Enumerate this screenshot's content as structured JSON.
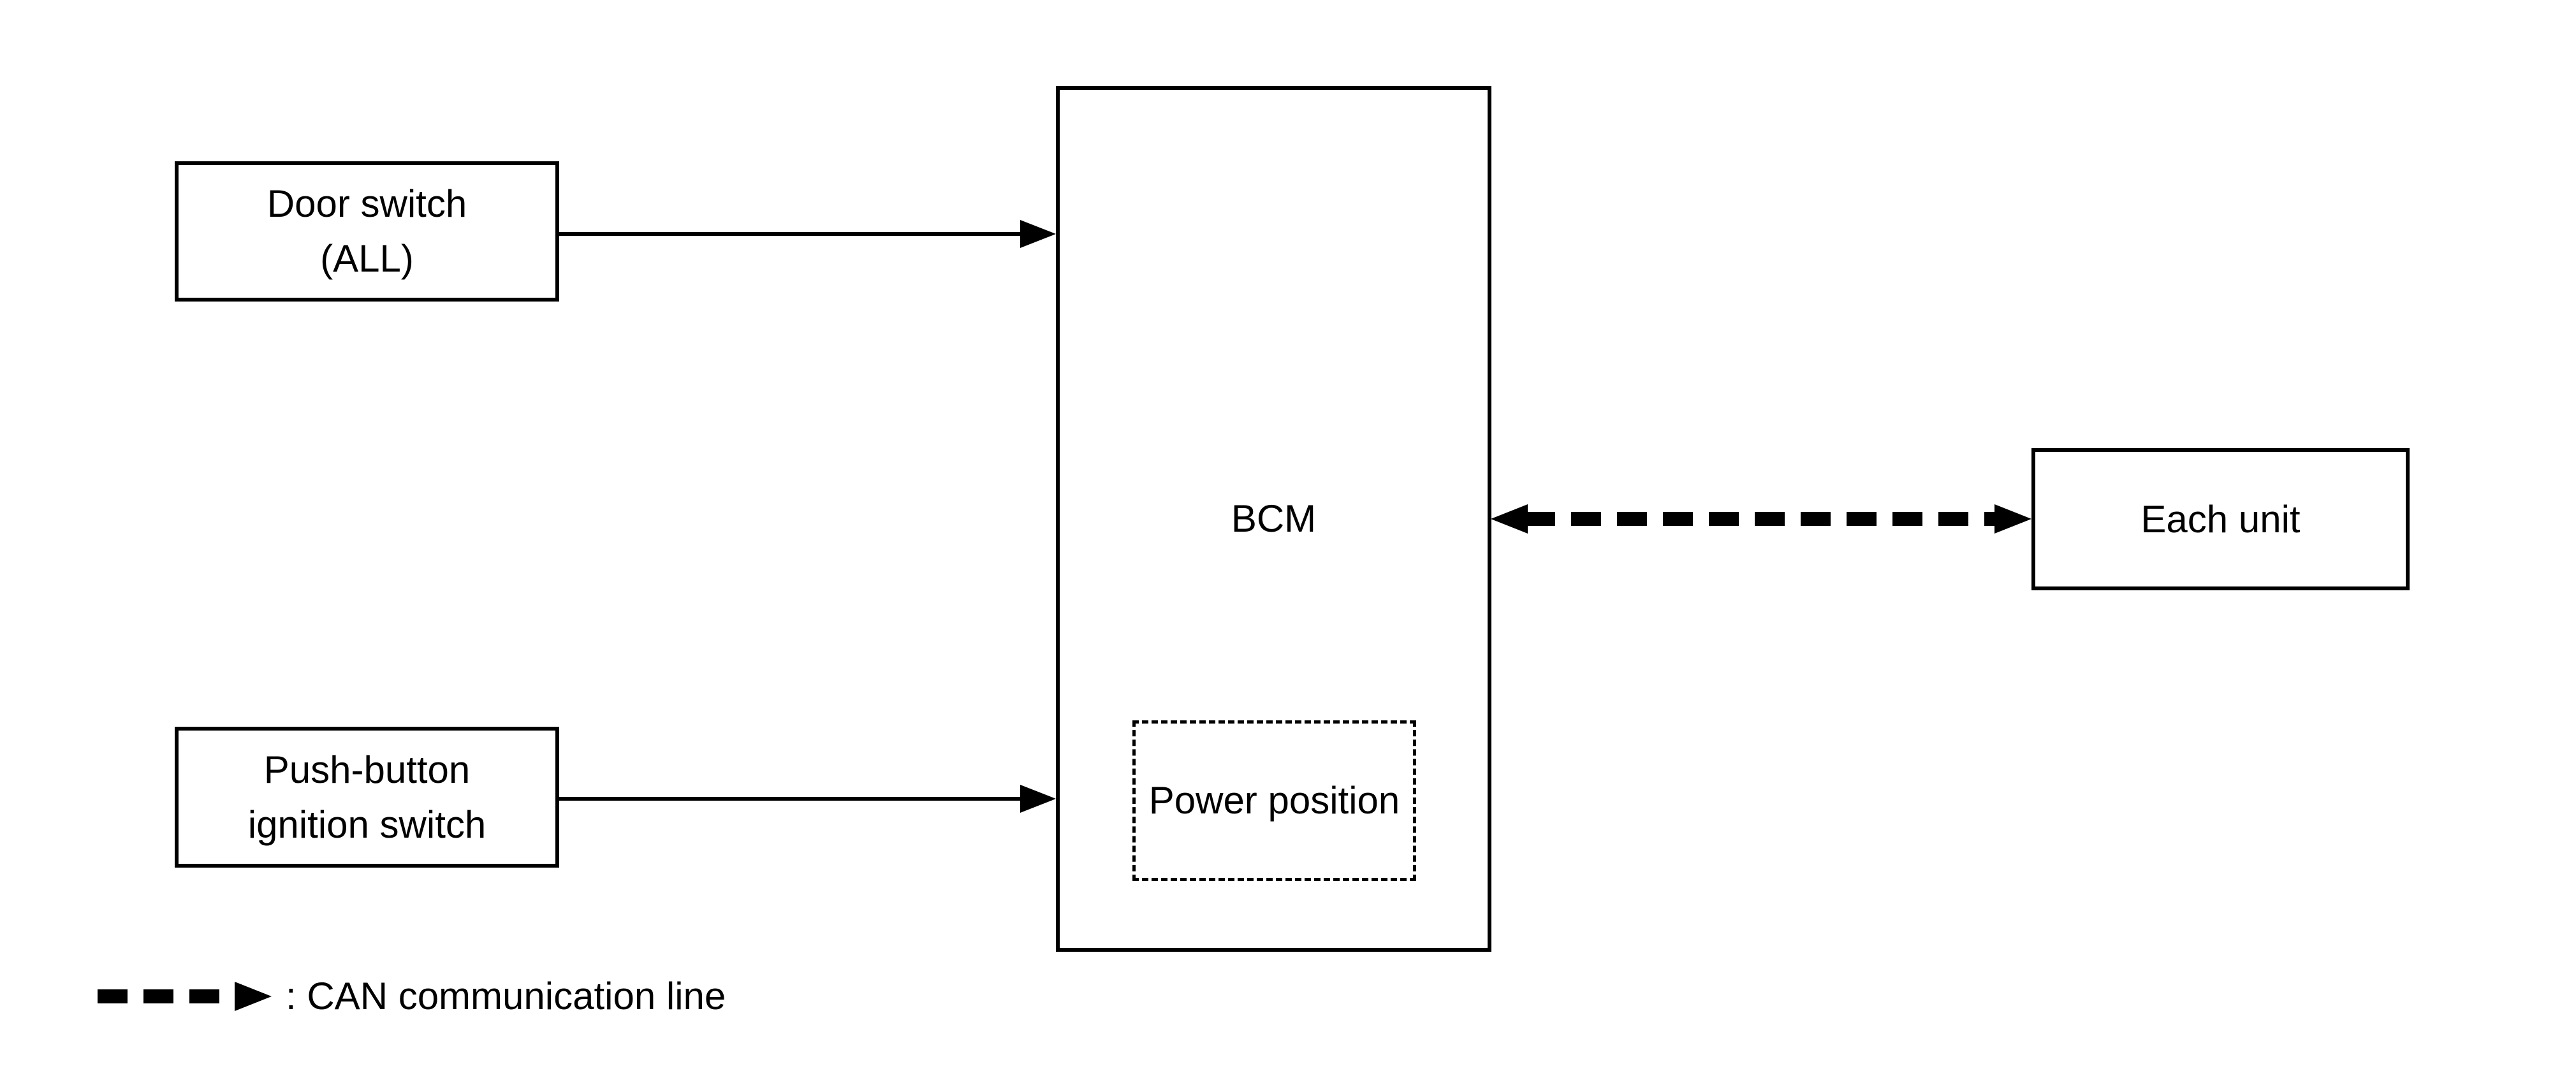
{
  "canvas": {
    "background_color": "#ffffff",
    "line_color": "#000000"
  },
  "nodes": {
    "door_switch": {
      "line1": "Door switch",
      "line2": "(ALL)"
    },
    "push_button_ignition_switch": {
      "line1": "Push-button",
      "line2": "ignition switch"
    },
    "bcm": {
      "label": "BCM"
    },
    "power_position": {
      "label": "Power position"
    },
    "each_unit": {
      "label": "Each unit"
    }
  },
  "connections": [
    {
      "from": "door_switch",
      "to": "bcm",
      "style": "solid-arrow",
      "bidirectional": false
    },
    {
      "from": "push_button_ignition_switch",
      "to": "bcm",
      "style": "solid-arrow",
      "bidirectional": false
    },
    {
      "from": "bcm",
      "to": "each_unit",
      "style": "can-communication-line",
      "bidirectional": true
    }
  ],
  "legend": {
    "symbol": "can-communication-line-arrow",
    "label": ": CAN communication line"
  }
}
